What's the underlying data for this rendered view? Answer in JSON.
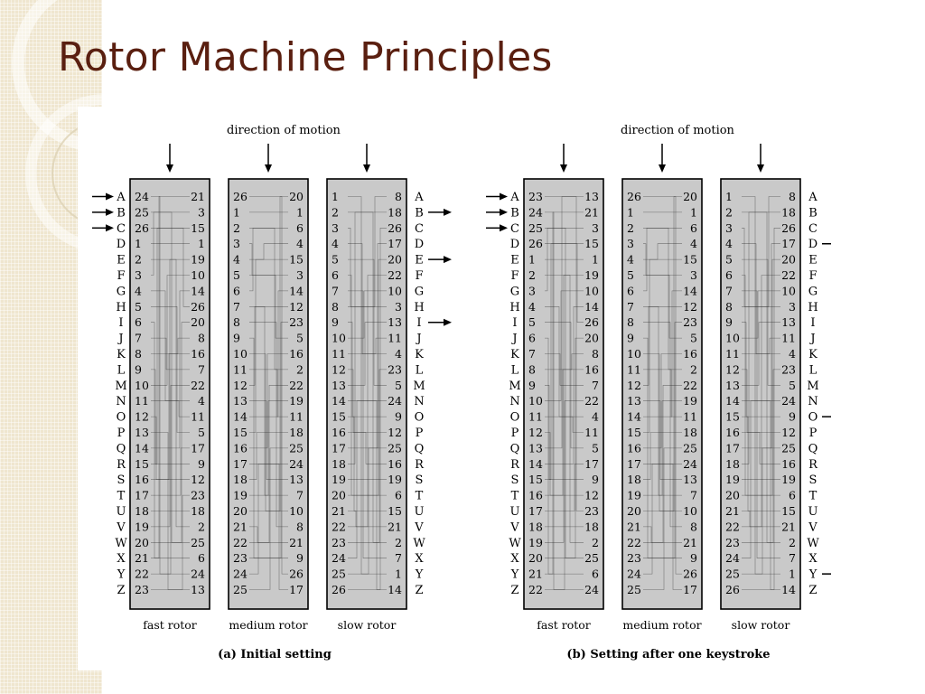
{
  "slide": {
    "title": "Rotor Machine Principles"
  },
  "figure": {
    "direction_label": "direction of motion",
    "rotor_labels": [
      "fast rotor",
      "medium rotor",
      "slow rotor"
    ],
    "letters": [
      "A",
      "B",
      "C",
      "D",
      "E",
      "F",
      "G",
      "H",
      "I",
      "J",
      "K",
      "L",
      "M",
      "N",
      "O",
      "P",
      "Q",
      "R",
      "S",
      "T",
      "U",
      "V",
      "W",
      "X",
      "Y",
      "Z"
    ],
    "panels": [
      {
        "caption": "(a) Initial setting",
        "rotors": [
          {
            "left": [
              24,
              25,
              26,
              1,
              2,
              3,
              4,
              5,
              6,
              7,
              8,
              9,
              10,
              11,
              12,
              13,
              14,
              15,
              16,
              17,
              18,
              19,
              20,
              21,
              22,
              23
            ],
            "right": [
              21,
              3,
              15,
              1,
              19,
              10,
              14,
              26,
              20,
              8,
              16,
              7,
              22,
              4,
              11,
              5,
              17,
              9,
              12,
              23,
              18,
              2,
              25,
              6,
              24,
              13
            ]
          },
          {
            "left": [
              26,
              1,
              2,
              3,
              4,
              5,
              6,
              7,
              8,
              9,
              10,
              11,
              12,
              13,
              14,
              15,
              16,
              17,
              18,
              19,
              20,
              21,
              22,
              23,
              24,
              25
            ],
            "right": [
              20,
              1,
              6,
              4,
              15,
              3,
              14,
              12,
              23,
              5,
              16,
              2,
              22,
              19,
              11,
              18,
              25,
              24,
              13,
              7,
              10,
              8,
              21,
              9,
              26,
              17
            ]
          },
          {
            "left": [
              1,
              2,
              3,
              4,
              5,
              6,
              7,
              8,
              9,
              10,
              11,
              12,
              13,
              14,
              15,
              16,
              17,
              18,
              19,
              20,
              21,
              22,
              23,
              24,
              25,
              26
            ],
            "right": [
              8,
              18,
              26,
              17,
              20,
              22,
              10,
              3,
              13,
              11,
              4,
              23,
              5,
              24,
              9,
              12,
              25,
              16,
              19,
              6,
              15,
              21,
              2,
              7,
              1,
              14
            ]
          }
        ],
        "input_letters": [
          "A",
          "B",
          "C"
        ],
        "output_letters": [
          "B",
          "E",
          "I"
        ]
      },
      {
        "caption": "(b) Setting after one keystroke",
        "rotors": [
          {
            "left": [
              23,
              24,
              25,
              26,
              1,
              2,
              3,
              4,
              5,
              6,
              7,
              8,
              9,
              10,
              11,
              12,
              13,
              14,
              15,
              16,
              17,
              18,
              19,
              20,
              21,
              22
            ],
            "right": [
              13,
              21,
              3,
              15,
              1,
              19,
              10,
              14,
              26,
              20,
              8,
              16,
              7,
              22,
              4,
              11,
              5,
              17,
              9,
              12,
              23,
              18,
              2,
              25,
              6,
              24
            ]
          },
          {
            "left": [
              26,
              1,
              2,
              3,
              4,
              5,
              6,
              7,
              8,
              9,
              10,
              11,
              12,
              13,
              14,
              15,
              16,
              17,
              18,
              19,
              20,
              21,
              22,
              23,
              24,
              25
            ],
            "right": [
              20,
              1,
              6,
              4,
              15,
              3,
              14,
              12,
              23,
              5,
              16,
              2,
              22,
              19,
              11,
              18,
              25,
              24,
              13,
              7,
              10,
              8,
              21,
              9,
              26,
              17
            ]
          },
          {
            "left": [
              1,
              2,
              3,
              4,
              5,
              6,
              7,
              8,
              9,
              10,
              11,
              12,
              13,
              14,
              15,
              16,
              17,
              18,
              19,
              20,
              21,
              22,
              23,
              24,
              25,
              26
            ],
            "right": [
              8,
              18,
              26,
              17,
              20,
              22,
              10,
              3,
              13,
              11,
              4,
              23,
              5,
              24,
              9,
              12,
              25,
              16,
              19,
              6,
              15,
              21,
              2,
              7,
              1,
              14
            ]
          }
        ],
        "input_letters": [
          "A",
          "B",
          "C"
        ],
        "output_letters": [
          "D",
          "O",
          "Y"
        ]
      }
    ]
  }
}
